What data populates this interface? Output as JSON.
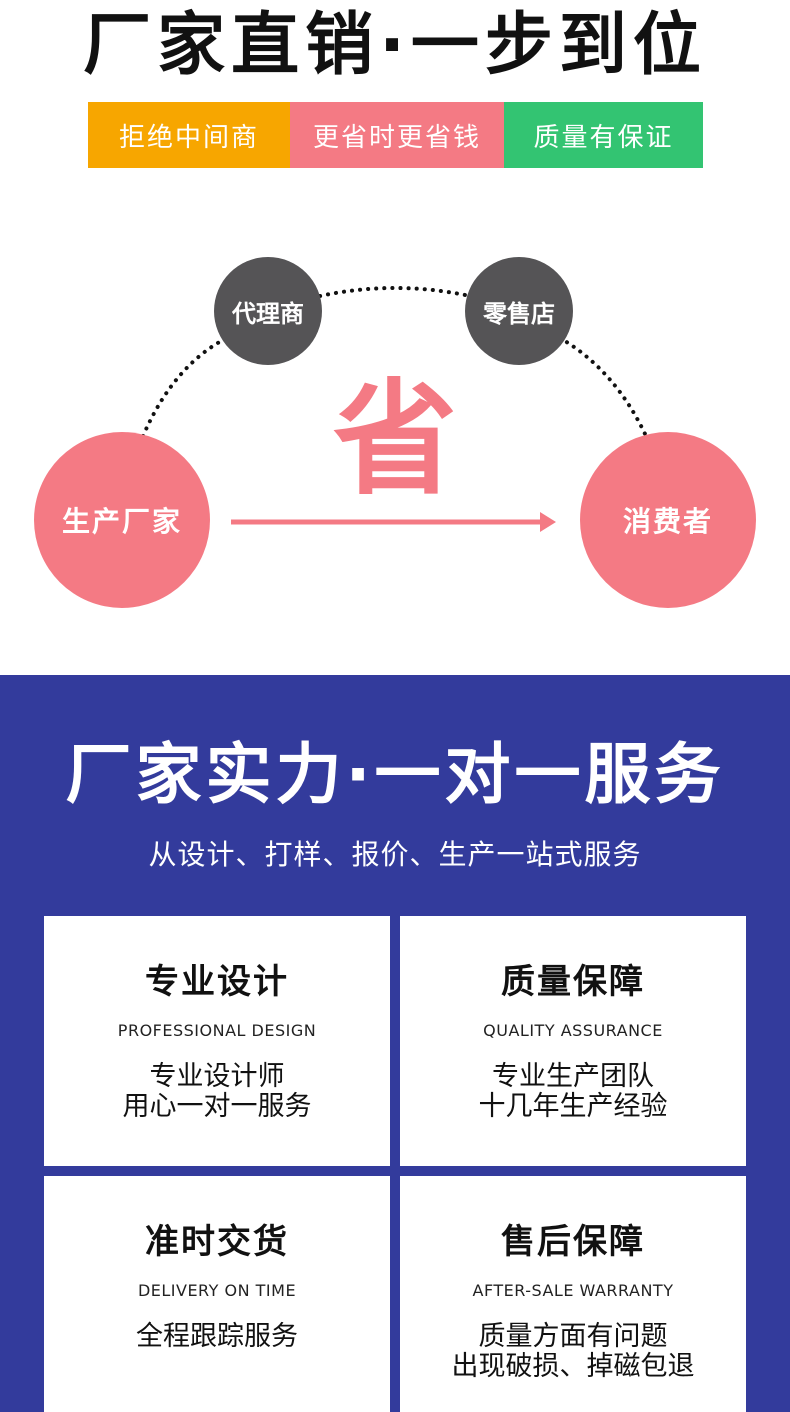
{
  "header": {
    "title": "厂家直销·一步到位",
    "tags": [
      "拒绝中间商",
      "更省时更省钱",
      "质量有保证"
    ]
  },
  "diagram": {
    "producer": "生产厂家",
    "agent": "代理商",
    "retailer": "零售店",
    "consumer": "消费者",
    "save_char": "省"
  },
  "strength": {
    "title": "厂家实力·一对一服务",
    "subtitle": "从设计、打样、报价、生产一站式服务",
    "cards": [
      {
        "title": "专业设计",
        "en": "PROFESSIONAL DESIGN",
        "line1": "专业设计师",
        "line2": "用心一对一服务"
      },
      {
        "title": "质量保障",
        "en": "QUALITY ASSURANCE",
        "line1": "专业生产团队",
        "line2": "十几年生产经验"
      },
      {
        "title": "准时交货",
        "en": "DELIVERY ON TIME",
        "line1": "全程跟踪服务",
        "line2": ""
      },
      {
        "title": "售后保障",
        "en": "AFTER-SALE WARRANTY",
        "line1": "质量方面有问题",
        "line2": "出现破损、掉磁包退"
      }
    ]
  },
  "colors": {
    "orange": "#f7a600",
    "pink": "#f47a84",
    "green": "#33c472",
    "dark_gray": "#555456",
    "blue": "#333b9c"
  }
}
